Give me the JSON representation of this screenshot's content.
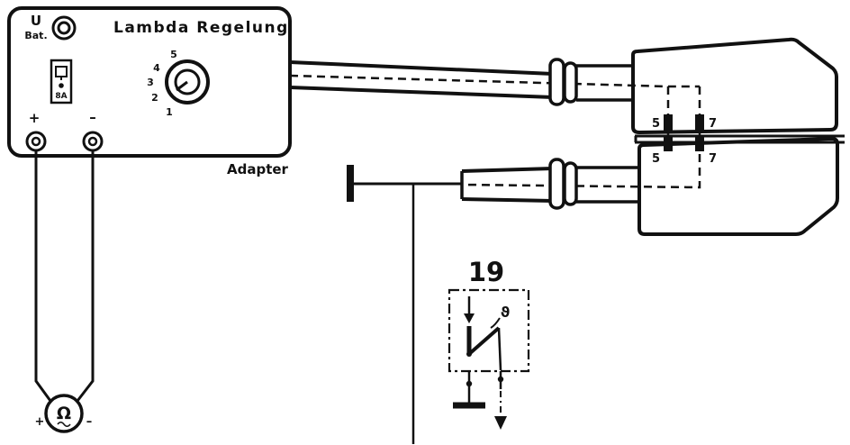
{
  "diagram": {
    "device": {
      "title": "Lambda Regelung",
      "u_label": "U",
      "bat_label": "Bat.",
      "fuse_label": "8A",
      "plus_label": "+",
      "minus_label": "–",
      "adapter_label": "Adapter",
      "dial_positions": [
        "1",
        "2",
        "3",
        "4",
        "5"
      ]
    },
    "connector_pins": {
      "top_left": "5",
      "top_right": "7",
      "bottom_left": "5",
      "bottom_right": "7"
    },
    "relay": {
      "label": "19",
      "theta_symbol": "ϑ"
    },
    "meter": {
      "symbol": "Ω",
      "plus_label": "+",
      "minus_label": "–"
    }
  }
}
